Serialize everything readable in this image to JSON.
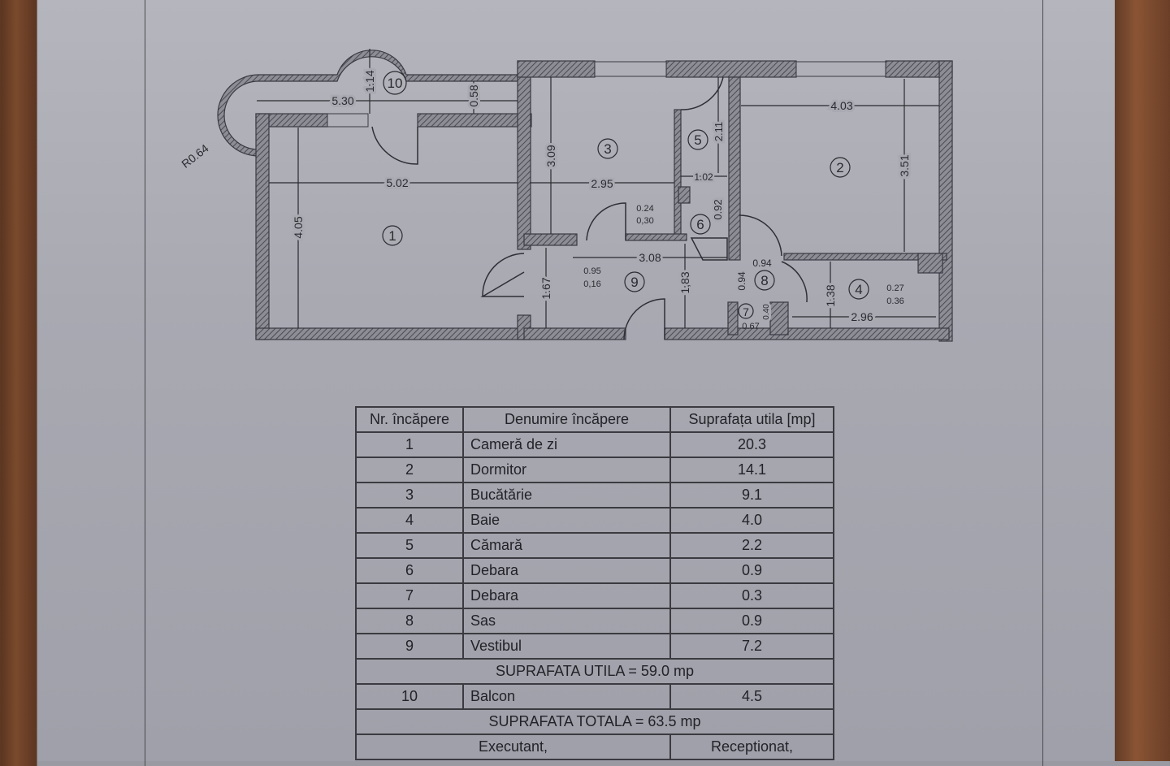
{
  "plan": {
    "rooms": [
      "1",
      "2",
      "3",
      "4",
      "5",
      "6",
      "7",
      "8",
      "9",
      "10"
    ],
    "dims": {
      "d530": "5.30",
      "d114": "1.14",
      "d058": "0.58",
      "r064": "R0.64",
      "d502": "5.02",
      "d405": "4.05",
      "d309": "3.09",
      "d295": "2.95",
      "d211": "2.11",
      "d102": "1.02",
      "d024": "0.24",
      "d030": "0,30",
      "d092": "0.92",
      "d308": "3.08",
      "d095": "0.95",
      "d016": "0,16",
      "d167": "1.67",
      "d183": "1,83",
      "d094a": "0.94",
      "d094b": "0.94",
      "d040": "0.40",
      "d067": "0.67",
      "d403": "4.03",
      "d351": "3.51",
      "d138": "1.38",
      "d296": "2.96",
      "d027": "0.27",
      "d036": "0.36"
    }
  },
  "table": {
    "headers": [
      "Nr. încăpere",
      "Denumire încăpere",
      "Suprafața utila [mp]"
    ],
    "rows": [
      {
        "nr": "1",
        "name": "Cameră de zi",
        "area": "20.3"
      },
      {
        "nr": "2",
        "name": "Dormitor",
        "area": "14.1"
      },
      {
        "nr": "3",
        "name": "Bucătărie",
        "area": "9.1"
      },
      {
        "nr": "4",
        "name": "Baie",
        "area": "4.0"
      },
      {
        "nr": "5",
        "name": "Cămară",
        "area": "2.2"
      },
      {
        "nr": "6",
        "name": "Debara",
        "area": "0.9"
      },
      {
        "nr": "7",
        "name": "Debara",
        "area": "0.3"
      },
      {
        "nr": "8",
        "name": "Sas",
        "area": "0.9"
      },
      {
        "nr": "9",
        "name": "Vestibul",
        "area": "7.2"
      }
    ],
    "subtotal": "SUPRAFATA UTILA = 59.0 mp",
    "balcony": {
      "nr": "10",
      "name": "Balcon",
      "area": "4.5"
    },
    "total": "SUPRAFATA TOTALA = 63.5 mp",
    "executant": "Executant,",
    "receptionat": "Receptionat,"
  }
}
